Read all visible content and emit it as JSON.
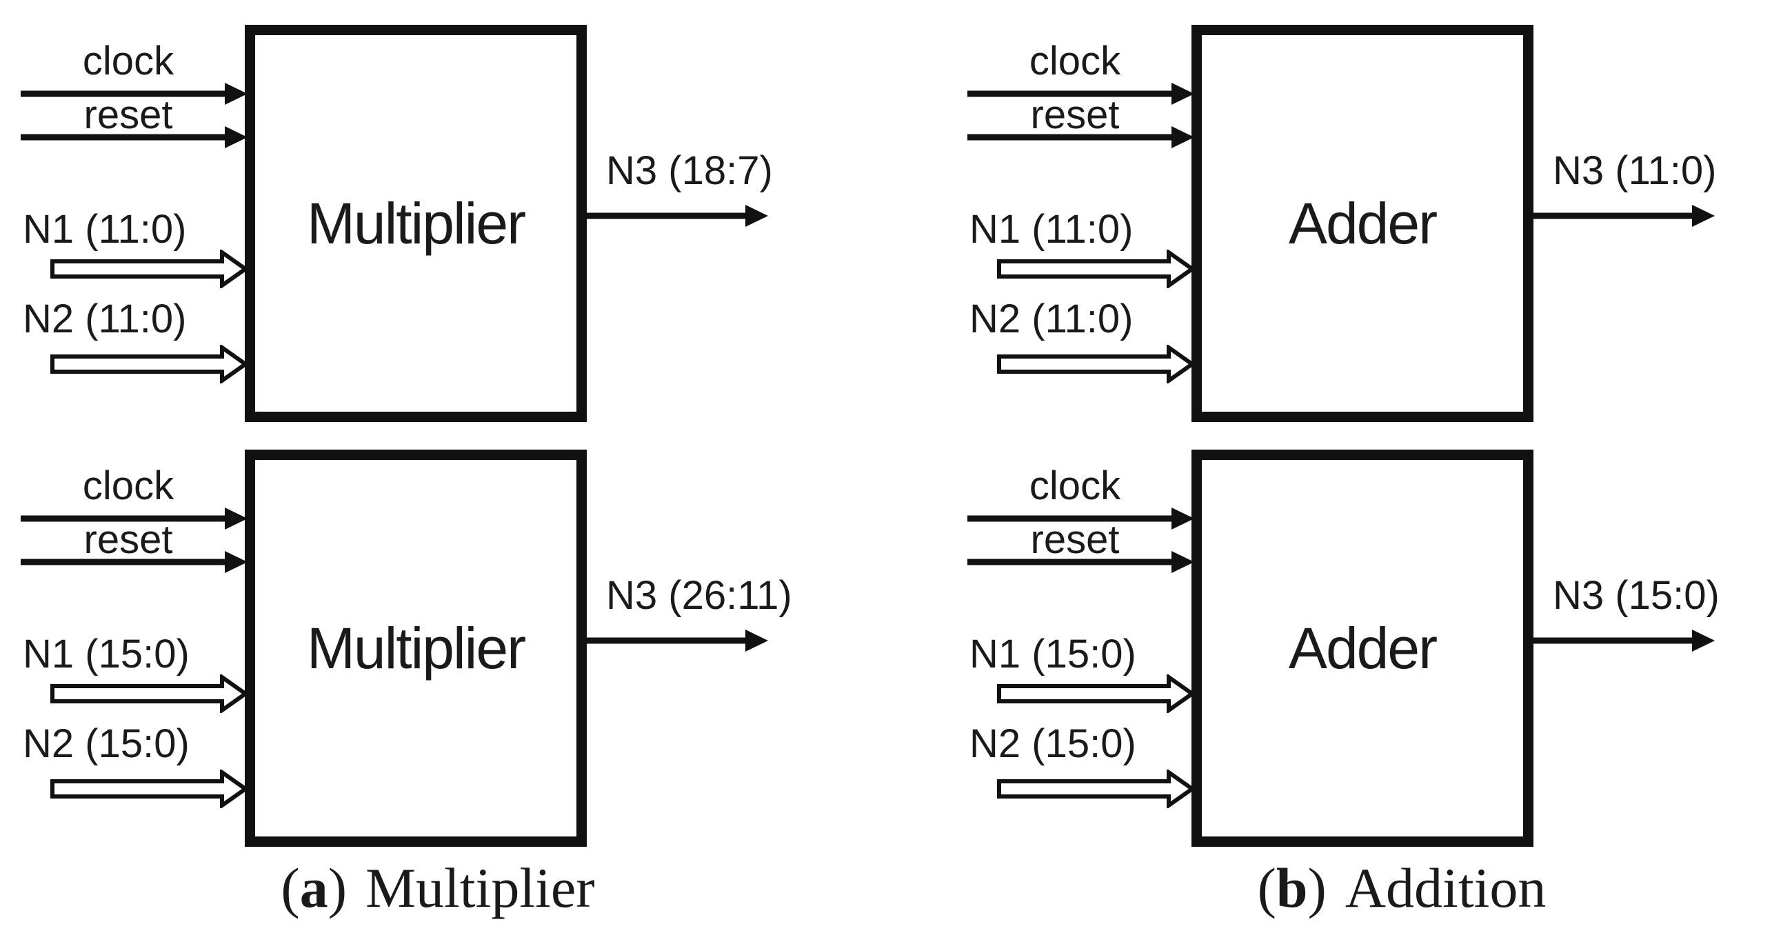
{
  "figure": {
    "background": "#ffffff",
    "ink": "#111111",
    "panels": [
      {
        "caption": {
          "open": "(",
          "letter": "a",
          "close": ")",
          "label": "Multiplier"
        },
        "blocks": [
          {
            "module": "Multiplier",
            "clock": "clock",
            "reset": "reset",
            "n1": "N1 (11:0)",
            "n2": "N2 (11:0)",
            "out": "N3 (18:7)"
          },
          {
            "module": "Multiplier",
            "clock": "clock",
            "reset": "reset",
            "n1": "N1 (15:0)",
            "n2": "N2 (15:0)",
            "out": "N3 (26:11)"
          }
        ]
      },
      {
        "caption": {
          "open": "(",
          "letter": "b",
          "close": ")",
          "label": "Addition"
        },
        "blocks": [
          {
            "module": "Adder",
            "clock": "clock",
            "reset": "reset",
            "n1": "N1 (11:0)",
            "n2": "N2 (11:0)",
            "out": "N3 (11:0)"
          },
          {
            "module": "Adder",
            "clock": "clock",
            "reset": "reset",
            "n1": "N1 (15:0)",
            "n2": "N2 (15:0)",
            "out": "N3 (15:0)"
          }
        ]
      }
    ]
  }
}
